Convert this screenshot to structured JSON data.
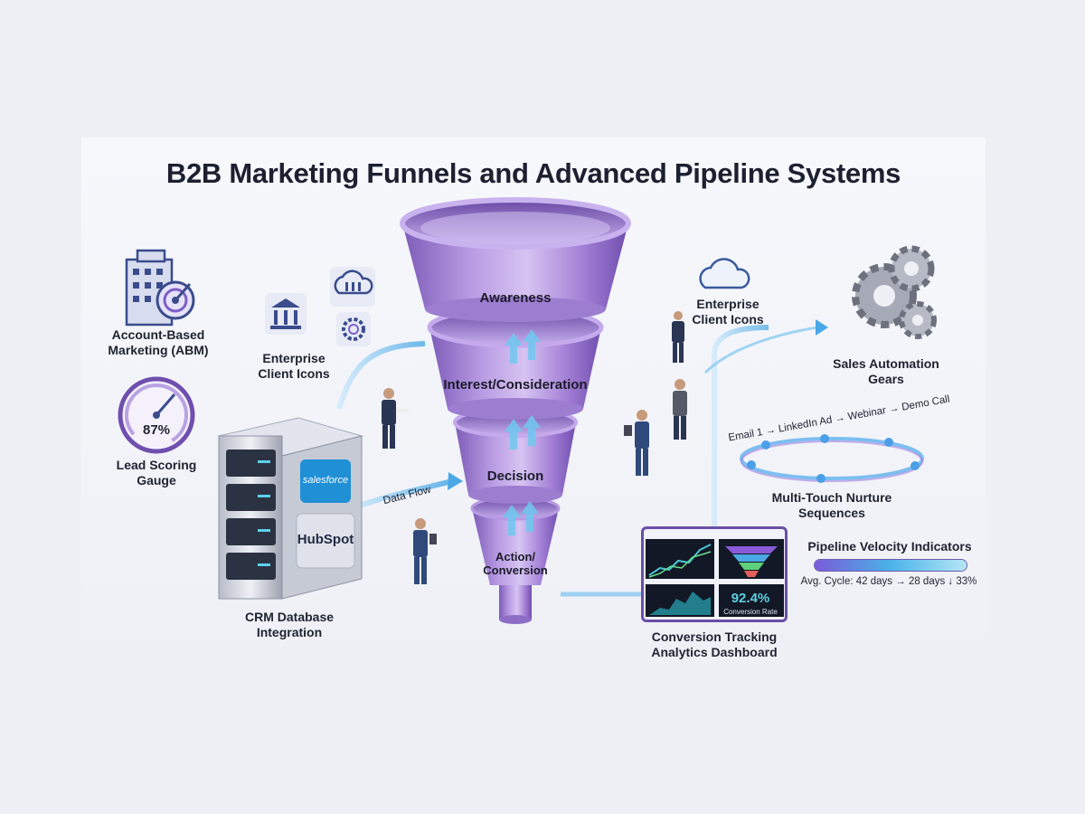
{
  "title": "B2B Marketing Funnels and Advanced Pipeline Systems",
  "funnel": {
    "stage1": "Awareness",
    "stage2": "Interest/Consideration",
    "stage3": "Decision",
    "stage4": "Action/\nConversion"
  },
  "left": {
    "abm_label": "Account-Based\nMarketing (ABM)",
    "gauge_value": "87%",
    "gauge_label": "Lead Scoring\nGauge",
    "enterprise_label": "Enterprise\nClient Icons",
    "crm_label": "CRM Database\nIntegration",
    "salesforce": "salesforce",
    "hubspot": "HubSpot",
    "data_flow": "Data Flow"
  },
  "right": {
    "enterprise_label": "Enterprise\nClient Icons",
    "gears_label": "Sales Automation\nGears",
    "sequence_text": "Email 1 → LinkedIn Ad → Webinar → Demo Call",
    "nurture_label": "Multi-Touch Nurture Sequences",
    "velocity_title": "Pipeline Velocity Indicators",
    "velocity_text": "Avg. Cycle: 42 days → 28 days ↓ 33%",
    "velocity_level": 1.0,
    "dashboard_kpi": "92.4%",
    "dashboard_kpi_label": "Conversion Rate",
    "dashboard_label": "Conversion Tracking\nAnalytics Dashboard"
  },
  "colors": {
    "funnel": "#a585d6",
    "funnel_dark": "#7d5cb8",
    "flow": "#5ab6ea",
    "navy": "#2a3554"
  },
  "icons": [
    "building-target-icon",
    "bank-icon",
    "cloud-data-icon",
    "gear-target-icon",
    "cloud-icon",
    "gears-icon",
    "gauge-icon",
    "server-icon"
  ]
}
